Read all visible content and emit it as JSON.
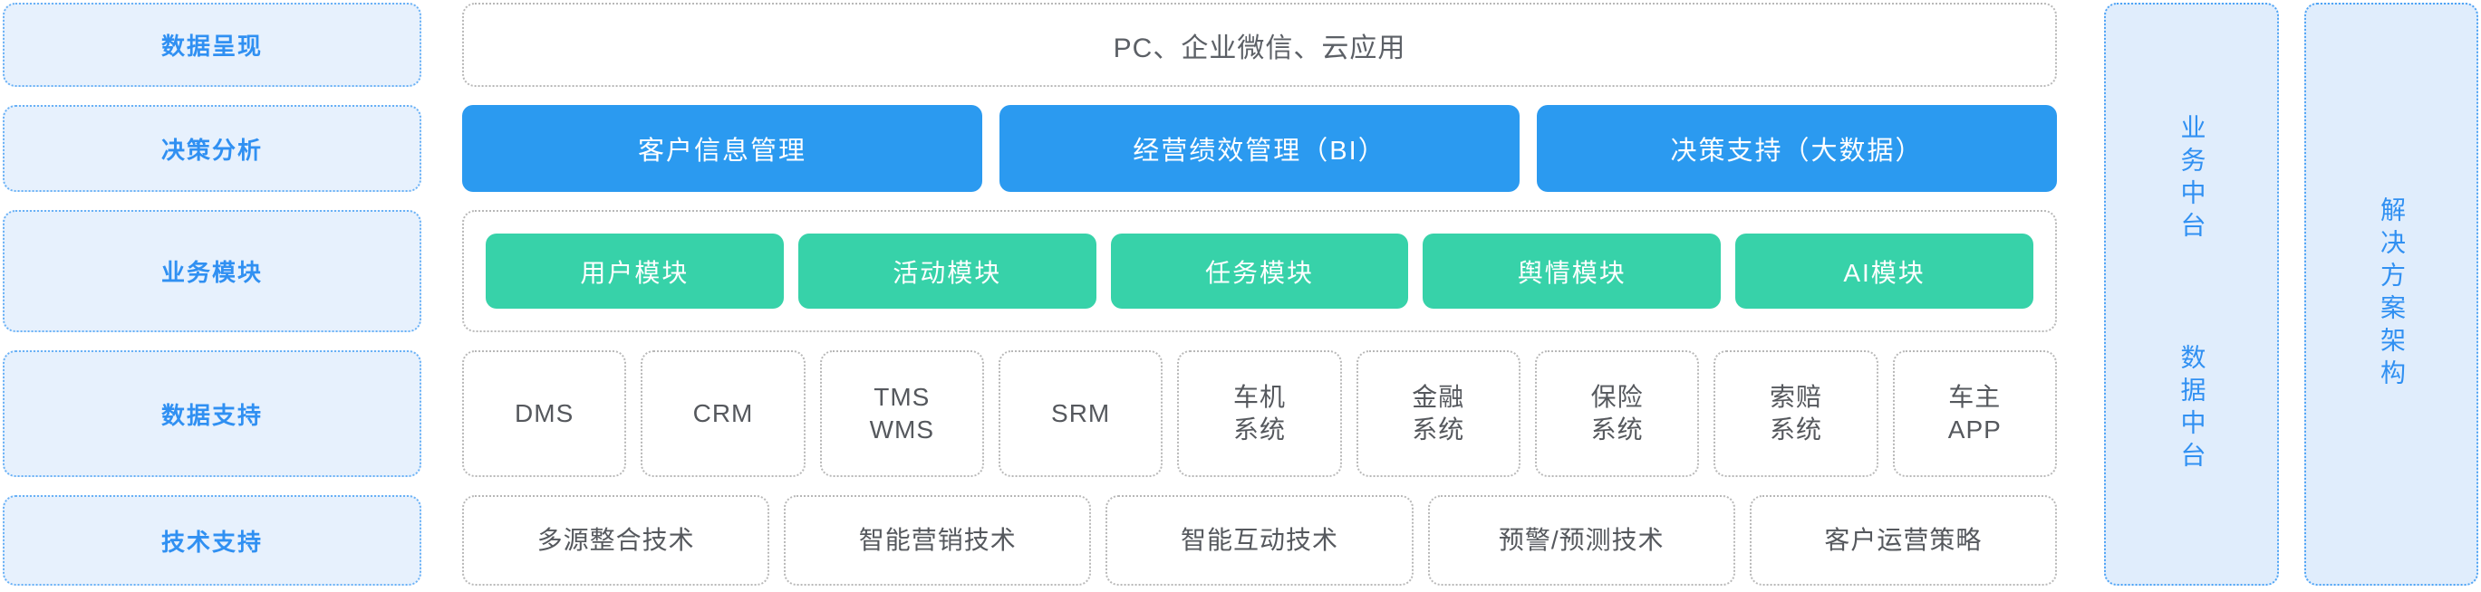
{
  "colors": {
    "accent_blue": "#2b9af0",
    "accent_green": "#37d2a9",
    "label_blue_text": "#3090f2",
    "light_blue_fill": "#e7f1fd",
    "bar_blue_fill": "#e0edfc",
    "gray_border": "#b8b8b8",
    "gray_text": "#5c6066"
  },
  "left_column": {
    "items": [
      "数据呈现",
      "决策分析",
      "业务模块",
      "数据支持",
      "技术支持"
    ]
  },
  "main": {
    "presentation": {
      "label": "PC、企业微信、云应用"
    },
    "decision": {
      "items": [
        "客户信息管理",
        "经营绩效管理（BI）",
        "决策支持（大数据）"
      ]
    },
    "business_modules": {
      "items": [
        "用户模块",
        "活动模块",
        "任务模块",
        "舆情模块",
        "AI模块"
      ]
    },
    "data_support": {
      "items": [
        "DMS",
        "CRM",
        "TMS\nWMS",
        "SRM",
        "车机\n系统",
        "金融\n系统",
        "保险\n系统",
        "索赔\n系统",
        "车主\nAPP"
      ]
    },
    "tech_support": {
      "items": [
        "多源整合技术",
        "智能营销技术",
        "智能互动技术",
        "预警/预测技术",
        "客户运营策略"
      ]
    }
  },
  "right_bars": {
    "middle_platform": {
      "labels": [
        "业务中台",
        "数据中台"
      ]
    },
    "solution": {
      "label": "解决方案架构"
    }
  }
}
